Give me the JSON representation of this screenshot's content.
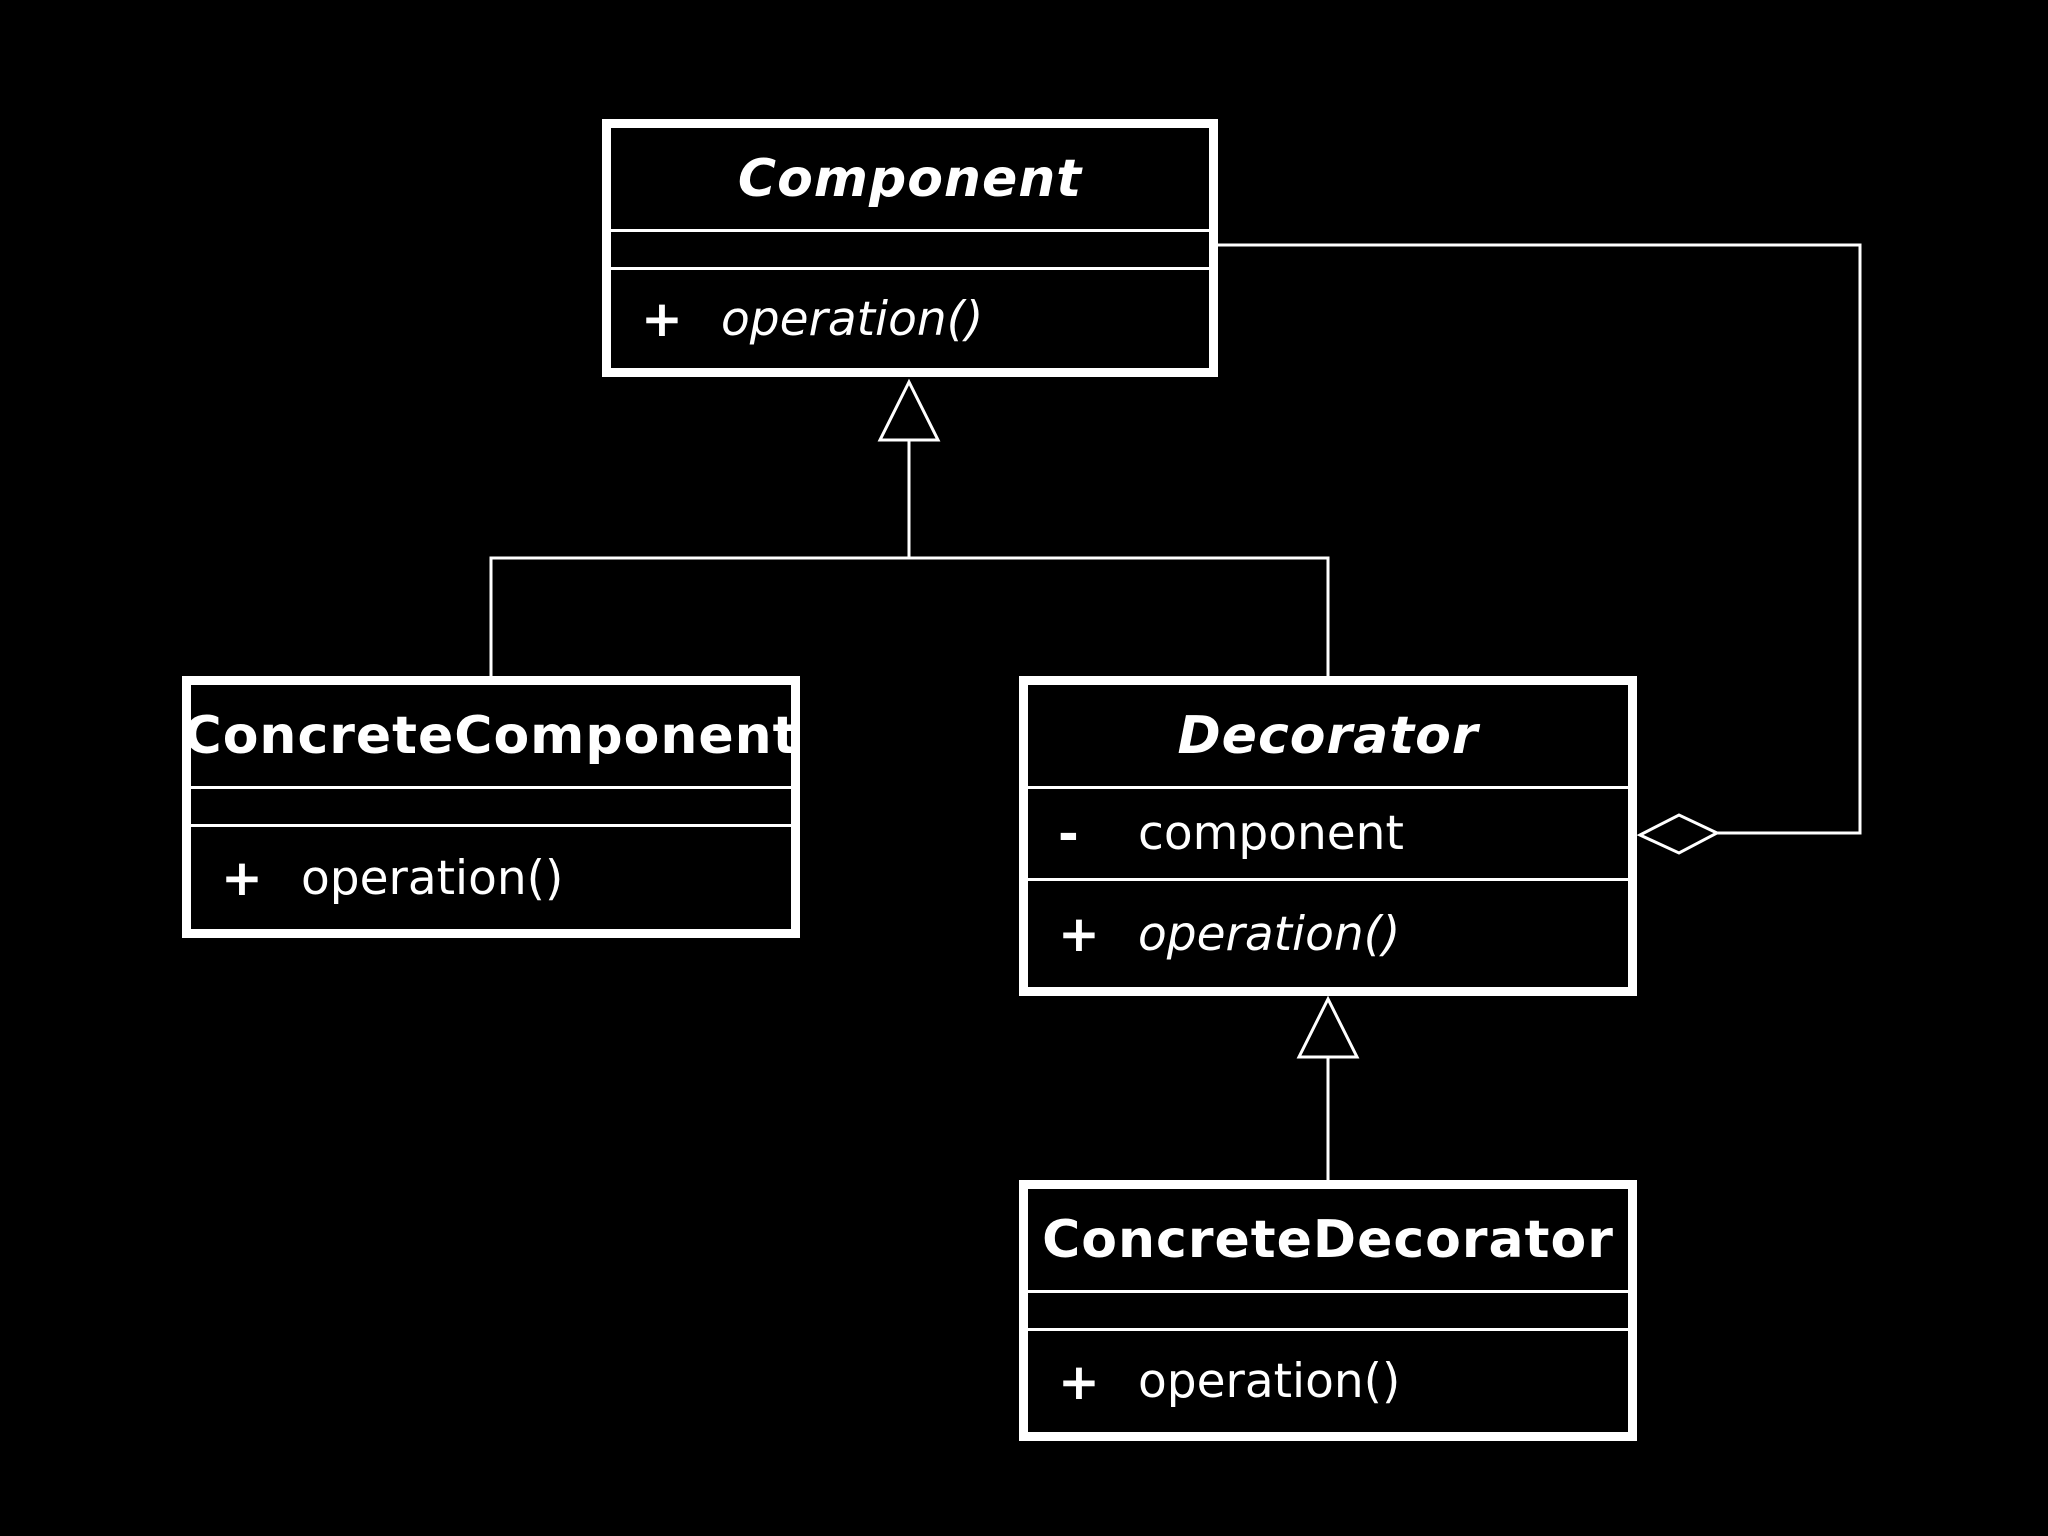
{
  "diagram": {
    "background": "#000000",
    "stroke": "#ffffff",
    "classes": {
      "component": {
        "name": "Component",
        "abstract": true,
        "attributes": [],
        "operations": [
          {
            "visibility": "+",
            "name": "operation()",
            "abstract": true
          }
        ]
      },
      "concrete_component": {
        "name": "ConcreteComponent",
        "abstract": false,
        "attributes": [],
        "operations": [
          {
            "visibility": "+",
            "name": "operation()",
            "abstract": false
          }
        ]
      },
      "decorator": {
        "name": "Decorator",
        "abstract": true,
        "attributes": [
          {
            "visibility": "-",
            "name": "component"
          }
        ],
        "operations": [
          {
            "visibility": "+",
            "name": "operation()",
            "abstract": true
          }
        ]
      },
      "concrete_decorator": {
        "name": "ConcreteDecorator",
        "abstract": false,
        "attributes": [],
        "operations": [
          {
            "visibility": "+",
            "name": "operation()",
            "abstract": false
          }
        ]
      }
    },
    "relationships": [
      {
        "type": "generalization",
        "from": "ConcreteComponent",
        "to": "Component"
      },
      {
        "type": "generalization",
        "from": "Decorator",
        "to": "Component"
      },
      {
        "type": "generalization",
        "from": "ConcreteDecorator",
        "to": "Decorator"
      },
      {
        "type": "aggregation",
        "whole": "Decorator",
        "part": "Component"
      }
    ]
  }
}
